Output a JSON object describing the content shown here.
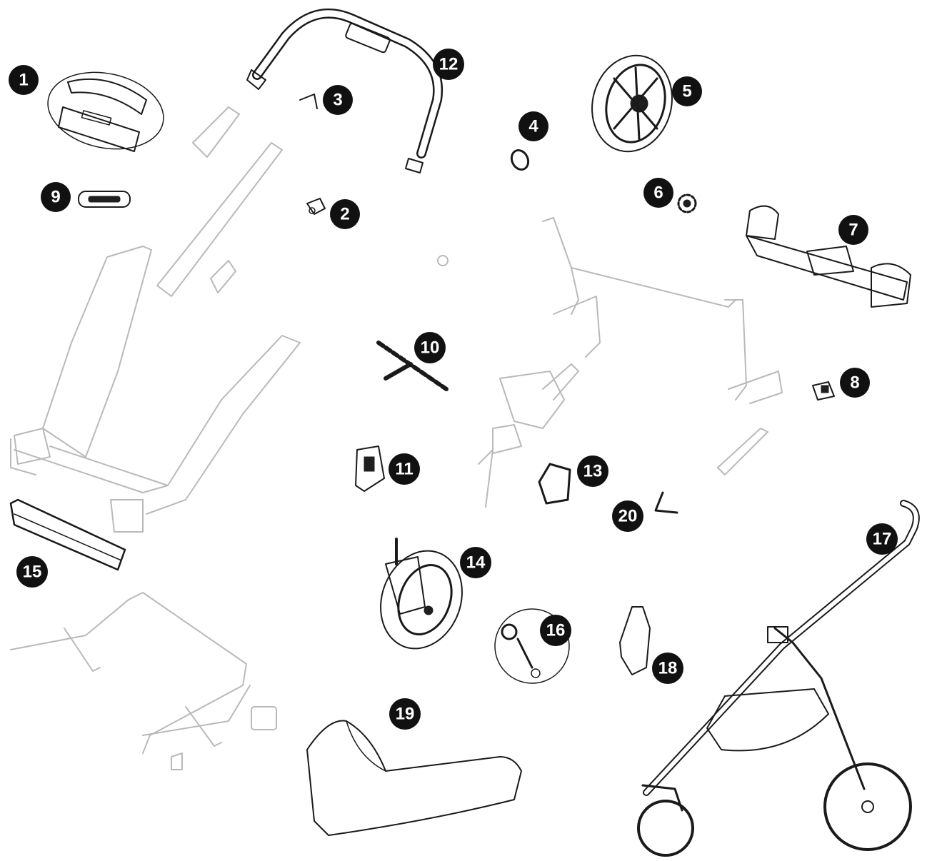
{
  "diagram": {
    "parts": [
      {
        "id": "1",
        "label": "1"
      },
      {
        "id": "2",
        "label": "2"
      },
      {
        "id": "3",
        "label": "3"
      },
      {
        "id": "4",
        "label": "4"
      },
      {
        "id": "5",
        "label": "5"
      },
      {
        "id": "6",
        "label": "6"
      },
      {
        "id": "7",
        "label": "7"
      },
      {
        "id": "8",
        "label": "8"
      },
      {
        "id": "9",
        "label": "9"
      },
      {
        "id": "10",
        "label": "10"
      },
      {
        "id": "11",
        "label": "11"
      },
      {
        "id": "12",
        "label": "12"
      },
      {
        "id": "13",
        "label": "13"
      },
      {
        "id": "14",
        "label": "14"
      },
      {
        "id": "15",
        "label": "15"
      },
      {
        "id": "16",
        "label": "16"
      },
      {
        "id": "17",
        "label": "17"
      },
      {
        "id": "18",
        "label": "18"
      },
      {
        "id": "19",
        "label": "19"
      },
      {
        "id": "20",
        "label": "20"
      }
    ],
    "colors": {
      "badge": "#111111",
      "badge_text": "#ffffff",
      "line": "#1a1a1a",
      "ghost_line": "#b9b9b9"
    }
  }
}
